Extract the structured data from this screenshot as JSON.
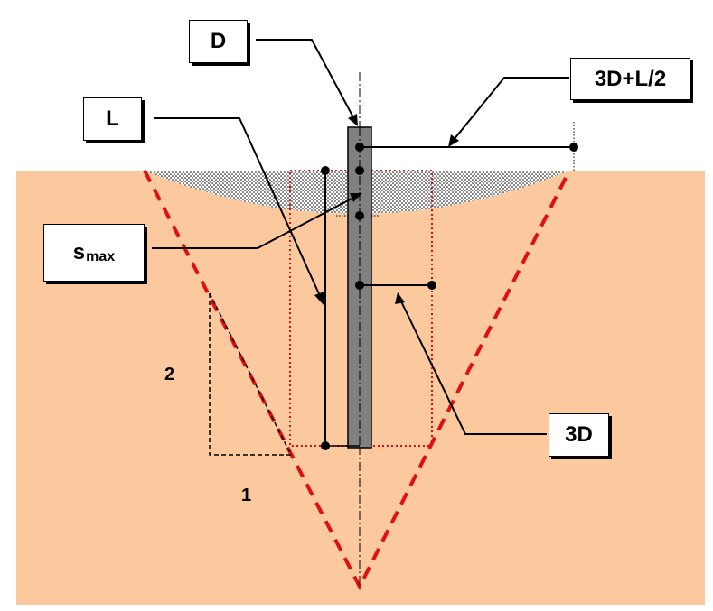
{
  "labels": {
    "D": "D",
    "L": "L",
    "s_main": "s",
    "s_sub": "max",
    "three_d_plus": "3D+L/2",
    "three_d": "3D"
  },
  "slope": {
    "vertical": "2",
    "horizontal": "1"
  },
  "colors": {
    "soil": "#fbc99d",
    "pile": "#808080",
    "influence_zone": "#e01010",
    "settlement_trough": "#ffffff",
    "line": "#000000"
  }
}
